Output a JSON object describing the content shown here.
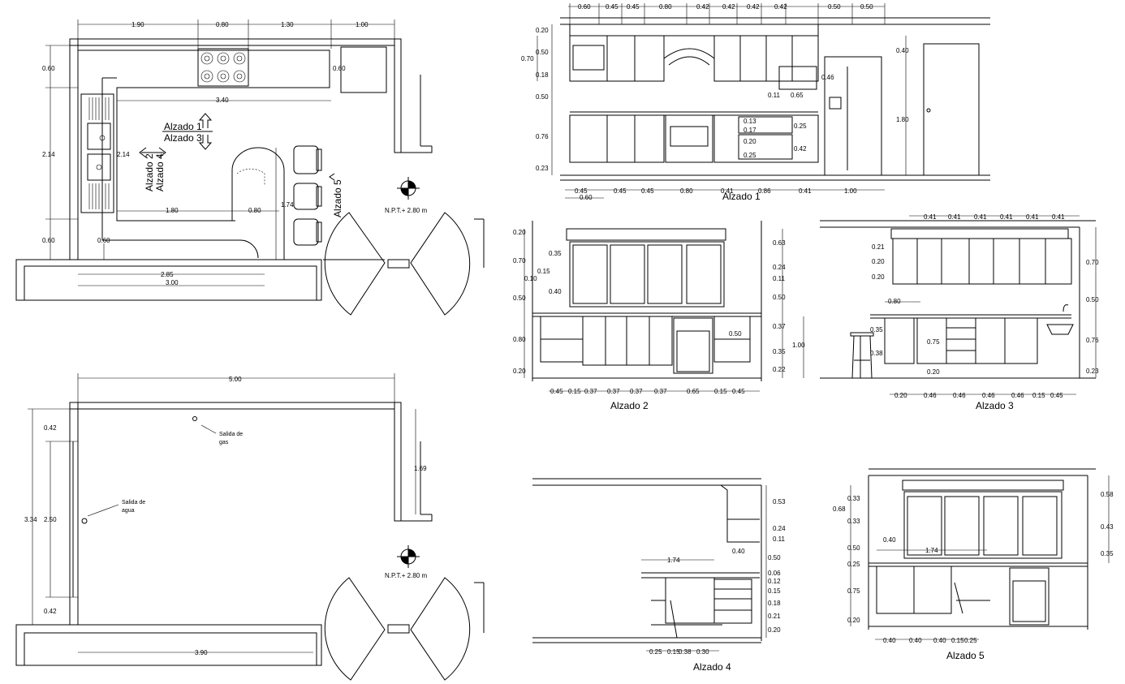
{
  "plan_top": {
    "dims": {
      "d1": "1.90",
      "d2": "0.80",
      "d3": "1.30",
      "d4": "1.00",
      "d5": "0.60",
      "d6": "0.60",
      "d7": "3.40",
      "d8": "2.14",
      "d9": "2.14",
      "d10": "1.80",
      "d11": "0.80",
      "d12": "1.74",
      "d13": "0.60",
      "d14": "0.60",
      "d15": "2.85",
      "d16": "3.00"
    },
    "labels": {
      "alzado1": "Alzado 1",
      "alzado3": "Alzado 3",
      "alzado2": "Alzado 2",
      "alzado4": "Alzado 4",
      "alzado5": "Alzado 5",
      "npt": "N.P.T.+ 2.80 m"
    }
  },
  "plan_bottom": {
    "dims": {
      "d1": "5.00",
      "d2": "0.42",
      "d3": "3.34",
      "d4": "2.50",
      "d5": "0.42",
      "d6": "1.69",
      "d7": "3.90"
    },
    "notes": {
      "gas": "Salida de",
      "gas2": "gas",
      "agua": "Salida de",
      "agua2": "agua"
    },
    "npt": "N.P.T.+ 2.80 m"
  },
  "elev1": {
    "title": "Alzado 1",
    "top": [
      "0.60",
      "0.45",
      "0.45",
      "0.80",
      "0.42",
      "0.42",
      "0.42",
      "0.42",
      "0.50",
      "0.50"
    ],
    "left": [
      "0.20",
      "0.50",
      "0.70",
      "0.18",
      "0.50",
      "0.76",
      "0.23"
    ],
    "bottom": [
      "0.45",
      "0.45",
      "0.45",
      "0.80",
      "0.41",
      "0.86",
      "0.41",
      "1.00"
    ],
    "bottom2": "0.60",
    "inner": {
      "a": "0.46",
      "b": "0.65",
      "c": "0.13",
      "d": "0.17",
      "e": "0.20",
      "f": "0.25",
      "g": "0.25",
      "h": "0.42",
      "i": "0.40",
      "j": "1.80",
      "k": "0.11"
    }
  },
  "elev2": {
    "title": "Alzado 2",
    "left": [
      "0.20",
      "0.70",
      "0.15",
      "0.10",
      "0.50",
      "0.80",
      "0.20"
    ],
    "inner": {
      "a": "0.35",
      "b": "0.40",
      "c": "0.50"
    },
    "right": [
      "0.63",
      "0.24",
      "0.11",
      "0.50",
      "0.37",
      "0.35",
      "0.22"
    ],
    "right2": "1.00",
    "bottom": [
      "0.45",
      "0.15",
      "0.37",
      "0.37",
      "0.37",
      "0.37",
      "0.65",
      "0.15",
      "0.45"
    ]
  },
  "elev3": {
    "title": "Alzado 3",
    "top": [
      "0.41",
      "0.41",
      "0.41",
      "0.41",
      "0.41",
      "0.41"
    ],
    "left": [
      "0.21",
      "0.20",
      "0.20",
      "0.80",
      "0.35",
      "0.38"
    ],
    "inner": {
      "a": "0.75",
      "b": "0.20"
    },
    "right": [
      "0.70",
      "0.50",
      "0.76",
      "0.23"
    ],
    "bottom": [
      "0.20",
      "0.46",
      "0.46",
      "0.46",
      "0.46",
      "0.15",
      "0.45"
    ]
  },
  "elev4": {
    "title": "Alzado 4",
    "right": [
      "0.53",
      "0.24",
      "0.11",
      "0.50",
      "0.06",
      "0.12",
      "0.15",
      "0.18",
      "0.21",
      "0.20"
    ],
    "inner": {
      "a": "0.40",
      "b": "1.74"
    },
    "bottom": [
      "0.25",
      "0.15",
      "0.38",
      "0.30"
    ]
  },
  "elev5": {
    "title": "Alzado 5",
    "left": [
      "0.33",
      "0.68",
      "0.33",
      "0.50",
      "0.25",
      "0.75",
      "0.20"
    ],
    "inner": {
      "a": "0.40",
      "b": "1.74"
    },
    "right": [
      "0.58",
      "0.43",
      "0.35"
    ],
    "bottom": [
      "0.40",
      "0.40",
      "0.40",
      "0.15",
      "0.25"
    ]
  }
}
